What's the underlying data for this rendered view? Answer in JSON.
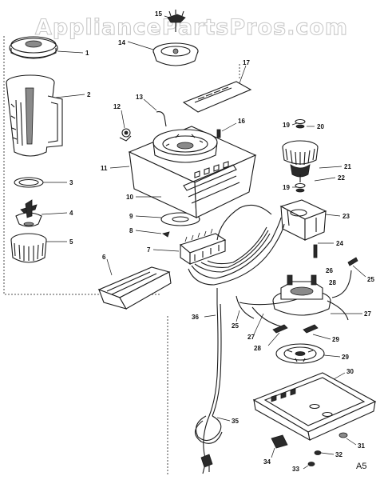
{
  "watermark": {
    "text": "AppliancePartsPros.com"
  },
  "sheet": {
    "code": "A5"
  },
  "callouts": [
    {
      "id": "1",
      "label": "1"
    },
    {
      "id": "2",
      "label": "2"
    },
    {
      "id": "3",
      "label": "3"
    },
    {
      "id": "4",
      "label": "4"
    },
    {
      "id": "5",
      "label": "5"
    },
    {
      "id": "6",
      "label": "6"
    },
    {
      "id": "7",
      "label": "7"
    },
    {
      "id": "8",
      "label": "8"
    },
    {
      "id": "9",
      "label": "9"
    },
    {
      "id": "10",
      "label": "10"
    },
    {
      "id": "11",
      "label": "11"
    },
    {
      "id": "12",
      "label": "12"
    },
    {
      "id": "13",
      "label": "13"
    },
    {
      "id": "14",
      "label": "14"
    },
    {
      "id": "15",
      "label": "15"
    },
    {
      "id": "16",
      "label": "16"
    },
    {
      "id": "17",
      "label": "17"
    },
    {
      "id": "19a",
      "label": "19"
    },
    {
      "id": "20",
      "label": "20"
    },
    {
      "id": "21",
      "label": "21"
    },
    {
      "id": "22",
      "label": "22"
    },
    {
      "id": "19b",
      "label": "19"
    },
    {
      "id": "23",
      "label": "23"
    },
    {
      "id": "24",
      "label": "24"
    },
    {
      "id": "25a",
      "label": "25"
    },
    {
      "id": "25b",
      "label": "25"
    },
    {
      "id": "26",
      "label": "26"
    },
    {
      "id": "27a",
      "label": "27"
    },
    {
      "id": "27b",
      "label": "27"
    },
    {
      "id": "28a",
      "label": "28"
    },
    {
      "id": "28b",
      "label": "28"
    },
    {
      "id": "29a",
      "label": "29"
    },
    {
      "id": "29b",
      "label": "29"
    },
    {
      "id": "30",
      "label": "30"
    },
    {
      "id": "31",
      "label": "31"
    },
    {
      "id": "32",
      "label": "32"
    },
    {
      "id": "33",
      "label": "33"
    },
    {
      "id": "34",
      "label": "34"
    },
    {
      "id": "35",
      "label": "35"
    },
    {
      "id": "36",
      "label": "36"
    }
  ]
}
